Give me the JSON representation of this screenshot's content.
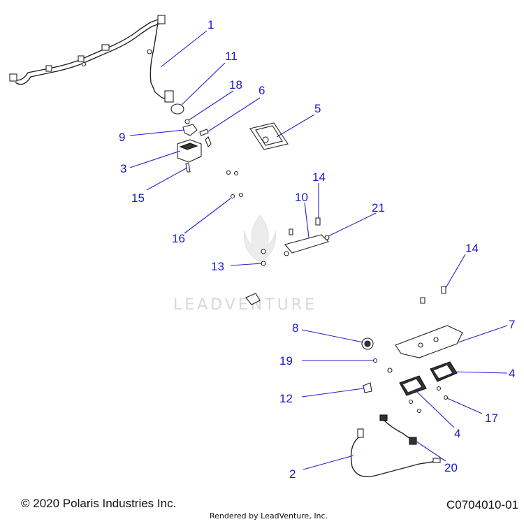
{
  "callouts": [
    {
      "id": "c1",
      "label": "1"
    },
    {
      "id": "c11",
      "label": "11"
    },
    {
      "id": "c18",
      "label": "18"
    },
    {
      "id": "c6",
      "label": "6"
    },
    {
      "id": "c5",
      "label": "5"
    },
    {
      "id": "c9",
      "label": "9"
    },
    {
      "id": "c3",
      "label": "3"
    },
    {
      "id": "c15",
      "label": "15"
    },
    {
      "id": "c14a",
      "label": "14"
    },
    {
      "id": "c10",
      "label": "10"
    },
    {
      "id": "c21",
      "label": "21"
    },
    {
      "id": "c16",
      "label": "16"
    },
    {
      "id": "c13",
      "label": "13"
    },
    {
      "id": "c14b",
      "label": "14"
    },
    {
      "id": "c7",
      "label": "7"
    },
    {
      "id": "c8",
      "label": "8"
    },
    {
      "id": "c19",
      "label": "19"
    },
    {
      "id": "c4a",
      "label": "4"
    },
    {
      "id": "c12",
      "label": "12"
    },
    {
      "id": "c17",
      "label": "17"
    },
    {
      "id": "c4b",
      "label": "4"
    },
    {
      "id": "c2",
      "label": "2"
    },
    {
      "id": "c20",
      "label": "20"
    }
  ],
  "watermark": "LEADVENTURE",
  "footer": {
    "copyright": "© 2020 Polaris Industries Inc.",
    "rendered_by": "Rendered by LeadVenture, Inc.",
    "diagram_code": "C0704010-01"
  },
  "colors": {
    "callout": "#1a1ac8",
    "line_art": "#222222",
    "watermark": "#d8d8d8"
  }
}
